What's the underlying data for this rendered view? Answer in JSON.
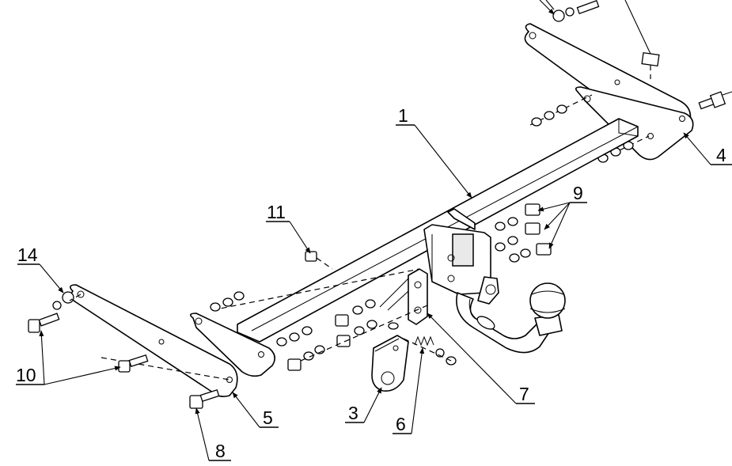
{
  "labels": {
    "l1": "1",
    "l3": "3",
    "l4": "4",
    "l5": "5",
    "l6": "6",
    "l7": "7",
    "l8": "8",
    "l9": "9",
    "l10": "10",
    "l11": "11",
    "l14": "14"
  }
}
